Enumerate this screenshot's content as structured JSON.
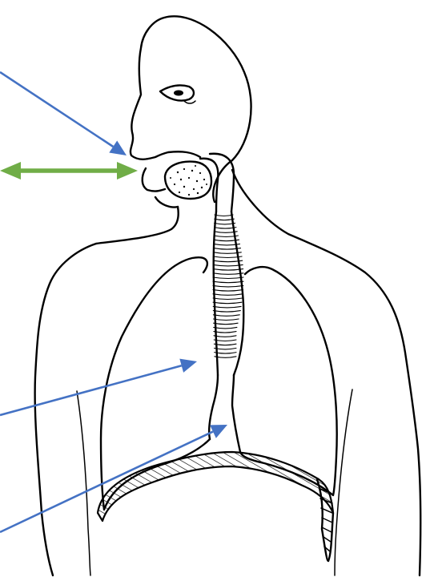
{
  "figure": {
    "subject": "respiratory-system-line-drawing",
    "colors": {
      "line_art": "#000000",
      "background": "#ffffff",
      "blue_arrows": "#4472C4",
      "green_arrow": "#70AD47"
    },
    "arrows": [
      {
        "id": "nose-arrow",
        "color": "#4472C4",
        "style": "single-headed"
      },
      {
        "id": "mouth-arrow",
        "color": "#70AD47",
        "style": "double-headed"
      },
      {
        "id": "trachea-arrow",
        "color": "#4472C4",
        "style": "single-headed"
      },
      {
        "id": "bronchus-arrow",
        "color": "#4472C4",
        "style": "single-headed"
      }
    ]
  }
}
